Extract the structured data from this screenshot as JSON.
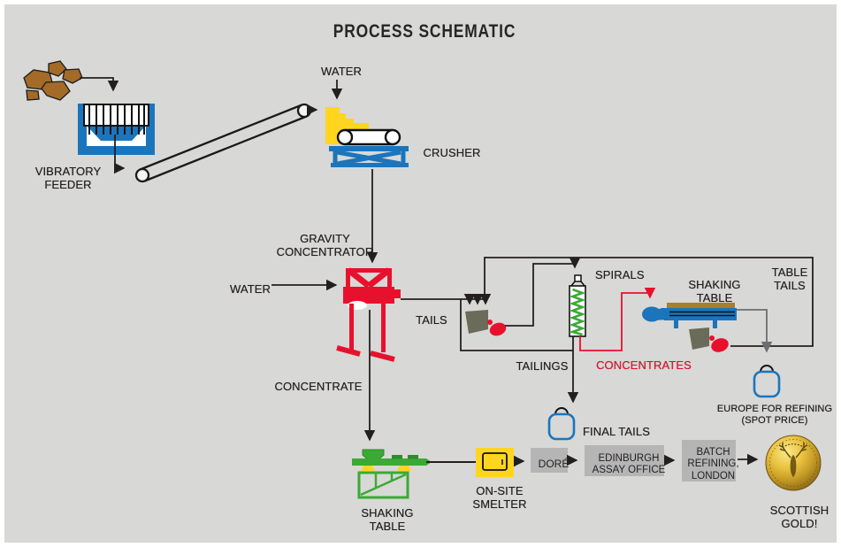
{
  "title": "PROCESS SCHEMATIC",
  "nodes": {
    "vibratory_feeder": "VIBRATORY\nFEEDER",
    "crusher": "CRUSHER",
    "gravity_concentrator": "GRAVITY\nCONCENTRATOR",
    "spirals": "SPIRALS",
    "shaking_table_upper": "SHAKING\nTABLE",
    "shaking_table_lower": "SHAKING\nTABLE",
    "onsite_smelter": "ON-SITE\nSMELTER",
    "dore": "DORÉ",
    "edinburgh_assay_office": "EDINBURGH\nASSAY OFFICE",
    "batch_refining_london": "BATCH\nREFINING,\nLONDON",
    "scottish_gold": "SCOTTISH\nGOLD!"
  },
  "streams": {
    "water_top": "WATER",
    "water_left": "WATER",
    "tails": "TAILS",
    "table_tails": "TABLE\nTAILS",
    "tailings": "TAILINGS",
    "concentrates": "CONCENTRATES",
    "concentrate": "CONCENTRATE",
    "final_tails": "FINAL TAILS",
    "europe_refining": "EUROPE FOR REFINING\n(SPOT PRICE)"
  },
  "colors": {
    "background": "#d8d8d6",
    "line_black": "#231f20",
    "line_gray": "#6d6e70",
    "machine_blue": "#1b75bc",
    "machine_red": "#e8112d",
    "machine_green": "#3aaa35",
    "machine_yellow": "#ffd520",
    "rock_brown": "#a36a28",
    "table_top_brown": "#ad7d28",
    "sump_olive": "#6a6b59",
    "process_box_gray": "#b5b5b5",
    "gold_coin": "#d8ab2d"
  }
}
